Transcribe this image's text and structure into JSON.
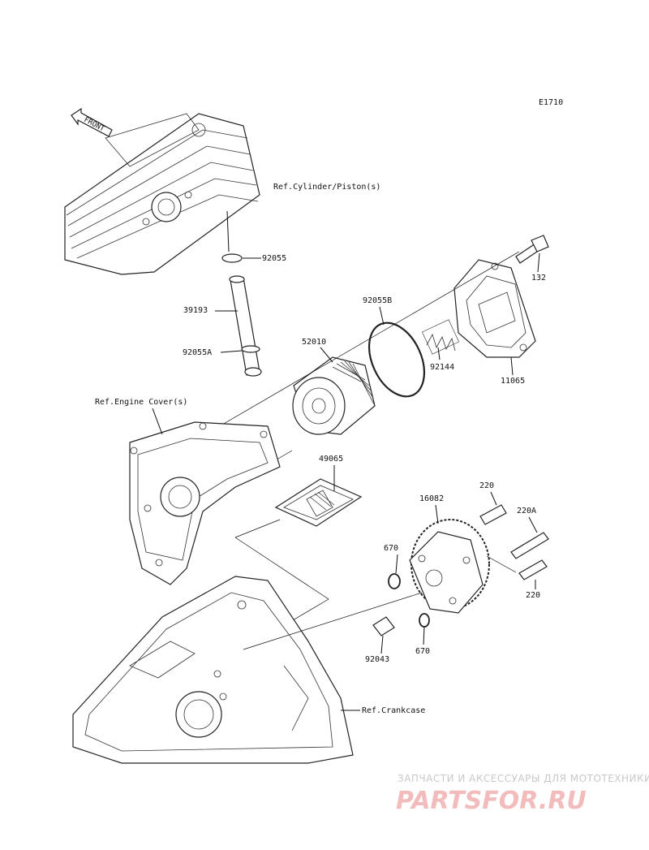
{
  "diagram_code": "E1710",
  "front_label": "FRONT",
  "refs": {
    "cylinder": "Ref.Cylinder/Piston(s)",
    "engine_cover": "Ref.Engine Cover(s)",
    "crankcase": "Ref.Crankcase"
  },
  "parts": {
    "p92055": "92055",
    "p39193": "39193",
    "p92055A": "92055A",
    "p52010": "52010",
    "p92055B": "92055B",
    "p92144": "92144",
    "p11065": "11065",
    "p132": "132",
    "p49065": "49065",
    "p16082": "16082",
    "p220a": "220",
    "p220A": "220A",
    "p220b": "220",
    "p670a": "670",
    "p670b": "670",
    "p92043": "92043"
  },
  "watermark": {
    "tagline": "ЗАПЧАСТИ И АКСЕССУАРЫ ДЛЯ МОТОТЕХНИКИ",
    "brand": "PARTSFOR.RU"
  }
}
